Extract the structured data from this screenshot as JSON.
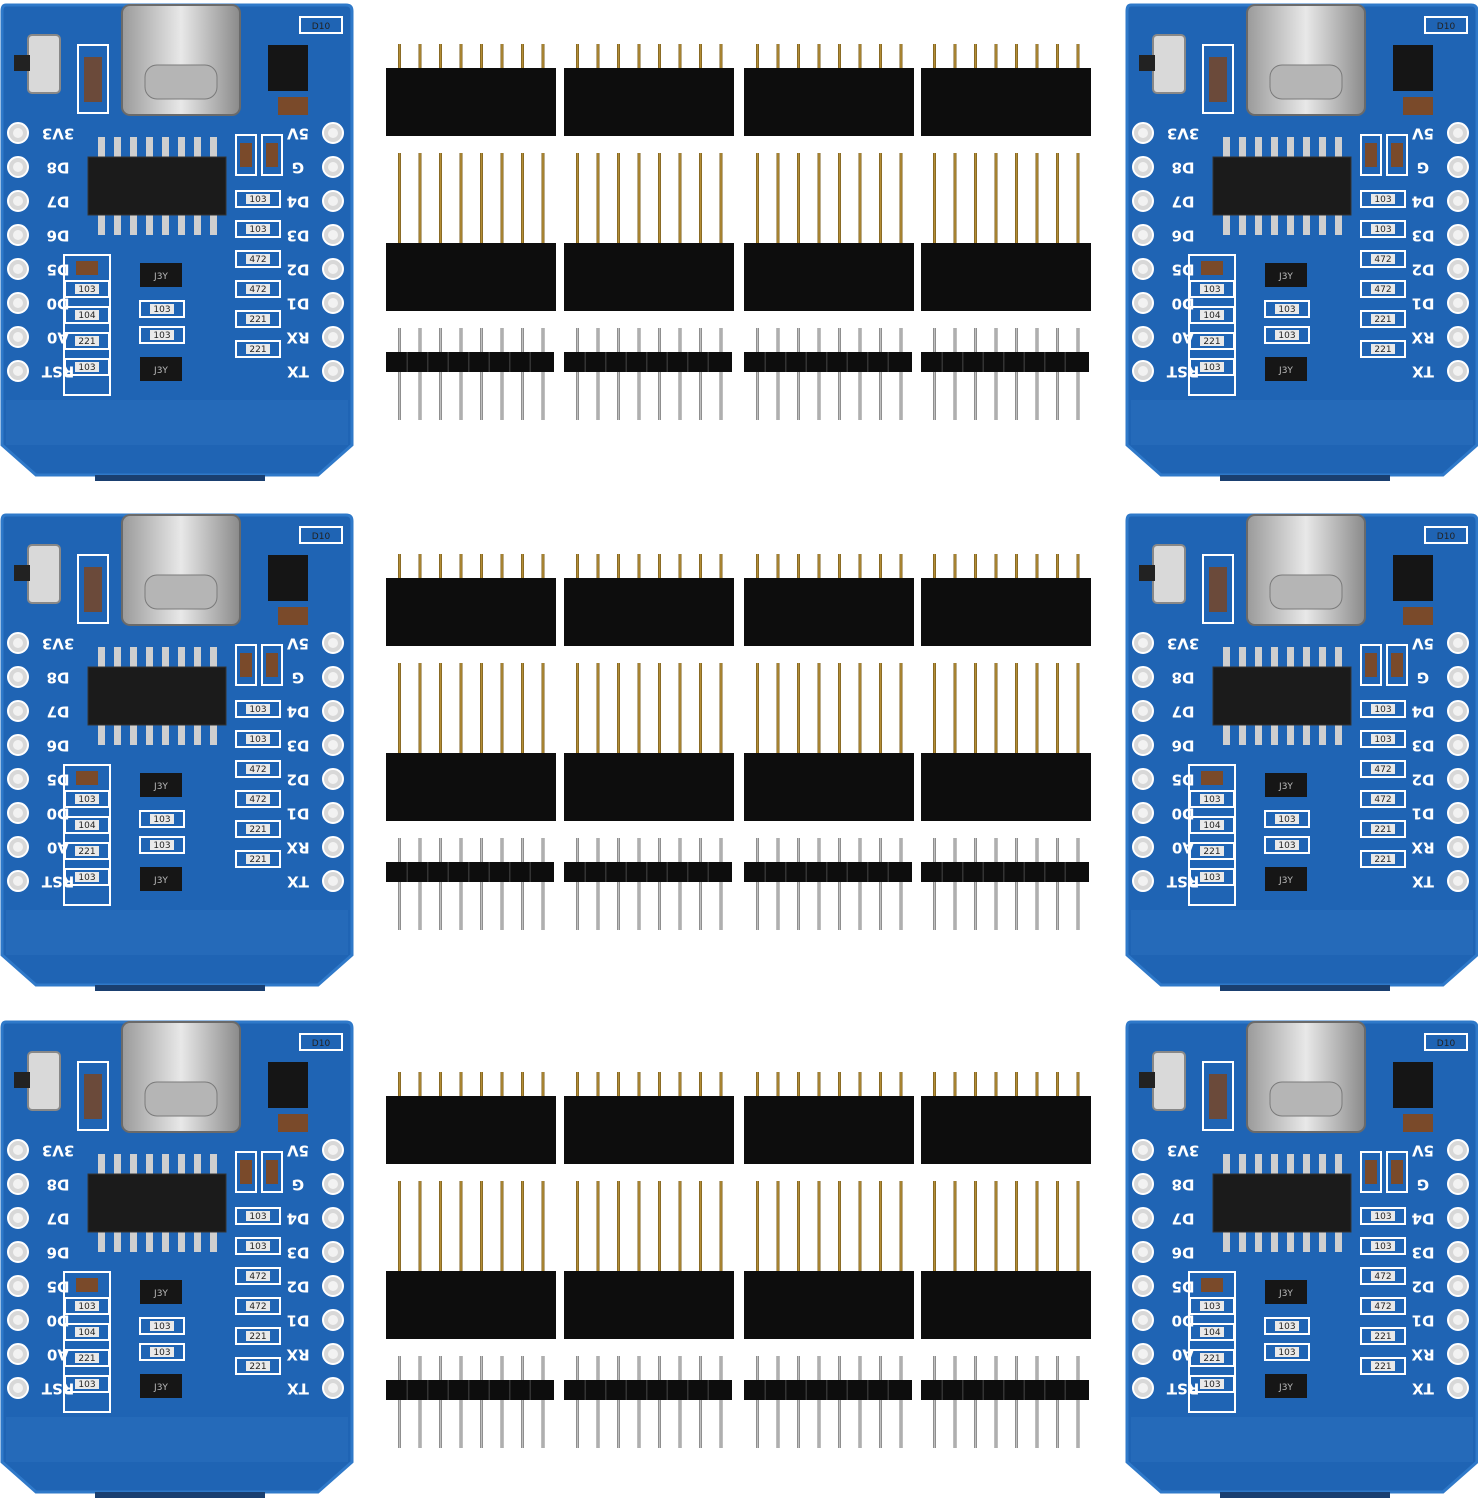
{
  "scene": {
    "description_role": "product-photo",
    "background_color": "#ffffff",
    "board_color": "#1f64b4",
    "board_edge_color": "#2f79c9",
    "header_color": "#0d0d0d",
    "pin_gold_color": "#a07c28",
    "pin_silver_color": "#9a9a9a"
  },
  "boards": [
    {
      "id": "board-1"
    },
    {
      "id": "board-2"
    },
    {
      "id": "board-3"
    },
    {
      "id": "board-4"
    },
    {
      "id": "board-5"
    },
    {
      "id": "board-6"
    }
  ],
  "pins": {
    "left": [
      "3V3",
      "D8",
      "D7",
      "D6",
      "D5",
      "D0",
      "A0",
      "RST"
    ],
    "right": [
      "5V",
      "G",
      "D4",
      "D3",
      "D2",
      "D1",
      "RX",
      "TX"
    ]
  },
  "components": {
    "transistor_top": "J3Y",
    "transistor_bottom": "J3Y",
    "resistors_left": [
      "103",
      "104",
      "221",
      "103"
    ],
    "resistors_mid": [
      "103",
      "103"
    ],
    "resistors_right": [
      "103",
      "103",
      "472",
      "472",
      "221",
      "221"
    ],
    "diode": "D10"
  },
  "header_groups": [
    {
      "type": "female-header",
      "pins": 8
    },
    {
      "type": "long-female-header",
      "pins": 8
    },
    {
      "type": "male-header",
      "pins": 8
    }
  ]
}
